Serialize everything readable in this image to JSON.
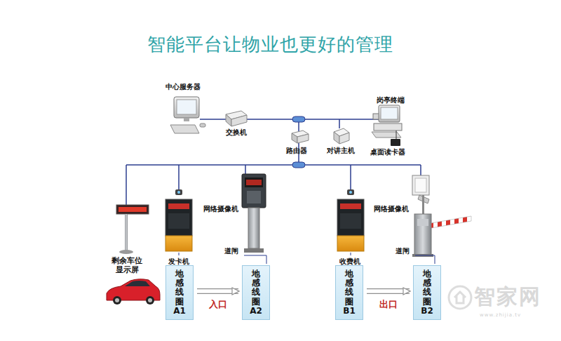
{
  "diagram": {
    "title": "智能平台让物业也更好的管理",
    "nodes": [
      {
        "text": [
          "地感线圈",
          "A1"
        ]
      },
      {
        "text": [
          "地感线圈",
          "A2"
        ]
      },
      {
        "text": [
          "地感线圈",
          "B1"
        ]
      },
      {
        "text": [
          "地感线圈",
          "B2"
        ]
      }
    ],
    "edges": [
      {
        "from": 0,
        "to": 1,
        "arrow": "to",
        "label": "入口"
      },
      {
        "from": 2,
        "to": 3,
        "arrow": "to",
        "label": "出口"
      }
    ],
    "labels": [
      "中心服务器",
      "岗亭终端",
      "交换机",
      "路由器",
      "对讲主机",
      "桌面读卡器",
      "网络摄像机",
      "网络摄像机",
      "剩余车位 显示屏",
      "道闸",
      "道闸",
      "发卡机",
      "收费机",
      "智家网",
      "www.zhijia.tv"
    ]
  }
}
